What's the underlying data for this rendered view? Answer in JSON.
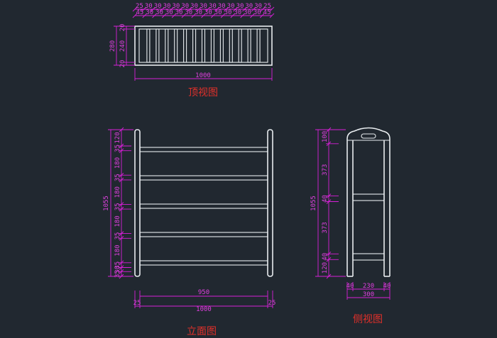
{
  "views": {
    "top": {
      "title": "顶视图"
    },
    "front": {
      "title": "立面图"
    },
    "side": {
      "title": "侧视图"
    }
  },
  "dims": {
    "top_row1": [
      "25",
      "30",
      "30",
      "30",
      "30",
      "30",
      "30",
      "30",
      "30",
      "30",
      "30",
      "30",
      "30",
      "30",
      "25"
    ],
    "top_row2": [
      "45",
      "30",
      "30",
      "30",
      "30",
      "30",
      "30",
      "30",
      "30",
      "30",
      "30",
      "30",
      "30",
      "45"
    ],
    "top_overall": "1000",
    "top_height": "280",
    "top_height_parts": [
      "20",
      "240",
      "20"
    ],
    "front_height": "1055",
    "front_parts": [
      "120",
      "35",
      "180",
      "35",
      "180",
      "35",
      "180",
      "35",
      "180",
      "35",
      "30",
      "35"
    ],
    "front_inner": "950",
    "front_overall": "1000",
    "front_side_left": "25",
    "front_side_right": "25",
    "side_height": "1055",
    "side_parts": [
      "100",
      "373",
      "40",
      "373",
      "40",
      "120"
    ],
    "side_width_parts": [
      "40",
      "230",
      "40"
    ],
    "side_overall": "300"
  },
  "colors": {
    "background": "#212830",
    "geometry": "#e8ecef",
    "dimension": "#d81fd8",
    "title": "#e3302a"
  }
}
